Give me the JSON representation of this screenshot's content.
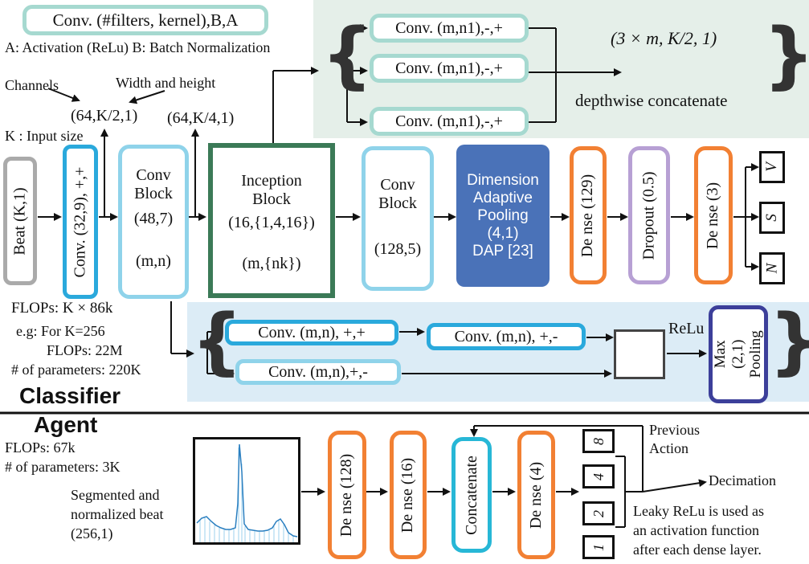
{
  "legend": {
    "conv_format": "Conv. (#filters, kernel),B,A",
    "legend_ab": "A: Activation (ReLu)  B: Batch Normalization",
    "channels": "Channels",
    "width_height": "Width and height",
    "dims1": "(64,K/2,1)",
    "dims2": "(64,K/4,1)",
    "input_size": "K : Input size"
  },
  "inception_branch": {
    "conv1": "Conv. (m,n1),-,+",
    "conv2": "Conv. (m,n1),-,+",
    "conv3": "Conv. (m,n1),-,+",
    "output_shape": "(3 × m, K/2, 1)",
    "concat_label": "depthwise concatenate"
  },
  "classifier": {
    "title": "Classifier",
    "beat": "Beat (K,1)",
    "conv_first": "Conv. (32,9), +,+",
    "conv_block1": {
      "title": "Conv Block",
      "params": "(48,7)",
      "sub": "(m,n)"
    },
    "inception": {
      "title": "Inception Block",
      "params": "(16,{1,4,16})",
      "sub": "(m,{nk})"
    },
    "conv_block2": {
      "title": "Conv Block",
      "params": "(128,5)"
    },
    "dap": {
      "line1": "Dimension",
      "line2": "Adaptive",
      "line3": "Pooling",
      "line4": "(4,1)",
      "line5": "DAP [23]"
    },
    "dense1": "De nse (129)",
    "dropout": "Dropout (0.5)",
    "dense2": "De nse (3)",
    "outputs": [
      "V",
      "S",
      "N"
    ],
    "flops": "FLOPs: K × 86k",
    "example": "e.g: For K=256",
    "flops_example": "FLOPs: 22M",
    "params": "# of parameters: 220K"
  },
  "residual_branch": {
    "conv_a": "Conv. (m,n), +,+",
    "conv_b": "Conv. (m,n), +,-",
    "conv_c": "Conv. (m,n),+,-",
    "relu": "ReLu",
    "maxpool": "Max  (2,1)  Pooling"
  },
  "agent": {
    "title": "Agent",
    "flops": "FLOPs: 67k",
    "params": "# of parameters: 3K",
    "input_desc1": "Segmented and",
    "input_desc2": "normalized beat",
    "input_desc3": "(256,1)",
    "dense128": "De nse (128)",
    "dense16": "De nse (16)",
    "concat": "Concatenate",
    "dense4": "De nse (4)",
    "actions": [
      "8",
      "4",
      "2",
      "1"
    ],
    "previous_action": "Previous Action",
    "decimation": "Decimation",
    "note1": "Leaky ReLu is used as",
    "note2": "an activation function",
    "note3": "after each dense layer."
  },
  "colors": {
    "light_blue": "#8fd3ea",
    "blue": "#2aa9dc",
    "dark_green": "#3b7a57",
    "dap_fill": "#4a72b8",
    "orange": "#f28033",
    "purple": "#b7a0d4",
    "navy": "#3c3f9a",
    "panel_green": "#e5efe9",
    "panel_blue": "#dcecf6"
  }
}
